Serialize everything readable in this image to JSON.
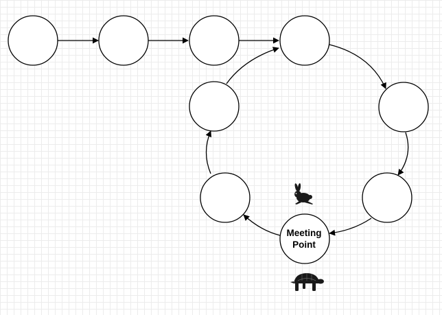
{
  "diagram": {
    "nodes": [
      {
        "id": "n1",
        "label": ""
      },
      {
        "id": "n2",
        "label": ""
      },
      {
        "id": "n3",
        "label": ""
      },
      {
        "id": "n4",
        "label": ""
      },
      {
        "id": "n5",
        "label": ""
      },
      {
        "id": "n6",
        "label": ""
      },
      {
        "id": "meeting",
        "label_line1": "Meeting",
        "label_line2": "Point"
      },
      {
        "id": "n8",
        "label": ""
      },
      {
        "id": "n9",
        "label": ""
      }
    ],
    "edges": [
      [
        "n1",
        "n2"
      ],
      [
        "n2",
        "n3"
      ],
      [
        "n3",
        "n4"
      ],
      [
        "n4",
        "n5"
      ],
      [
        "n5",
        "n6"
      ],
      [
        "n6",
        "meeting"
      ],
      [
        "meeting",
        "n8"
      ],
      [
        "n8",
        "n9"
      ],
      [
        "n9",
        "n4"
      ]
    ],
    "icons": [
      "rabbit-icon",
      "tortoise-icon"
    ],
    "colors": {
      "stroke": "#000000",
      "node_fill": "#ffffff",
      "grid": "#ececec",
      "icon": "#1a1a1a"
    }
  }
}
